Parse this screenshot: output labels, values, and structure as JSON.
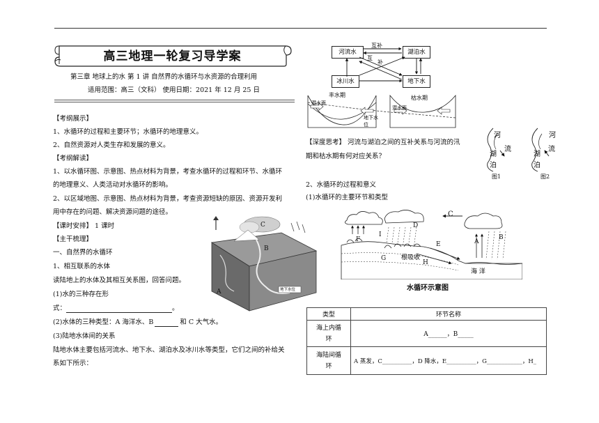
{
  "header": {
    "title": "高三地理一轮复习导学案",
    "chapter": "第三章  地球上的水  第 1 讲  自然界的水循环与水资源的合理利用",
    "scope": "适用范围：高三（文科）    使用日期：2021 年 12 月 25 日"
  },
  "left": {
    "kaogang_title": "【考纲展示】",
    "kaogang_1": "1、水循环的过程和主要环节；水循环的地理意义。",
    "kaogang_2": "2、自然资源对人类生存和发展的意义。",
    "jiedu_title": "【考纲解读】",
    "jiedu_1a": "1、以水循环图、示意图、热点材料为背景，考查水循环的过程和环节、水循环",
    "jiedu_1b": "的地理意义、人类活动对水循环的影响。",
    "jiedu_2a": "2、以区域地图、示意图、热点材料为背景，考查资源短缺的原因、资源开发利",
    "jiedu_2b": "用中存在的问题、解决资源问题的途径。",
    "keshi": "【课时安排】 1 课时",
    "zhugan": "【主干梳理】",
    "sec1": "一、自然界的水循环",
    "sec1_1": "1、相互联系的水体",
    "read_q": "读陆地上的水体及其相互关系图，回答问题。",
    "q1": "(1)水的三种存在形",
    "q1_form": "式：",
    "q1_end": "。",
    "q2_pre": "(2)水体的三种类型：A 海洋水、B",
    "q2_post": "和 C 大气水。",
    "q3": "(3)陆地水体间的关系",
    "q3_text_a": "陆地水体主要包括河流水、地下水、湖泊水及冰川水等类型，它们之间的补给关",
    "q3_text_b": "系如下所示：",
    "fig_label_a": "A",
    "fig_label_b": "B",
    "fig_label_c": "C",
    "fig_caption": "地下水位"
  },
  "right": {
    "boxes": {
      "river": "河流水",
      "lake": "湖泊水",
      "glacier": "冰川水",
      "ground": "地下水",
      "mutual1": "互补",
      "mutual2": "互",
      "mutual3": "补"
    },
    "period": {
      "high": "丰水期",
      "low": "枯水期",
      "water_surface1": "潜水面",
      "water_surface2": "潜水面",
      "groundwater_level": "地下水位"
    },
    "think_a": "【深度思考】   河流与湖泊之间的互补关系与河流的汛",
    "think_b": "期和枯水期有何对应关系？",
    "fig1_river": "河",
    "fig1_flow": "流",
    "fig1_lake": "湖",
    "fig1_po": "泊",
    "fig1": "图1",
    "fig2_river": "河",
    "fig2_flow": "流",
    "fig2_lake": "湖",
    "fig2_po": "泊",
    "fig2": "图2",
    "sec2": "2、水循环的过程和意义",
    "sec2_1": "(1)水循环的主要环节和类型",
    "cycle_labels": {
      "C": "C",
      "D": "D",
      "E": "E",
      "F": "F",
      "G": "G",
      "H": "H",
      "I": "I",
      "A": "A",
      "B": "B",
      "root": "根吸收",
      "ocean": "海  洋"
    },
    "cycle_caption": "水循环示意图",
    "table": {
      "head_type": "类型",
      "head_name": "环节名称",
      "row1_type_a": "海上内循",
      "row1_type_b": "环",
      "row1_val": "A______，B_____",
      "row2_type_a": "海陆间循",
      "row2_type_b": "环",
      "row2_val": "A 蒸发，C__________，D 降水，E__________，G____________，H_"
    }
  }
}
